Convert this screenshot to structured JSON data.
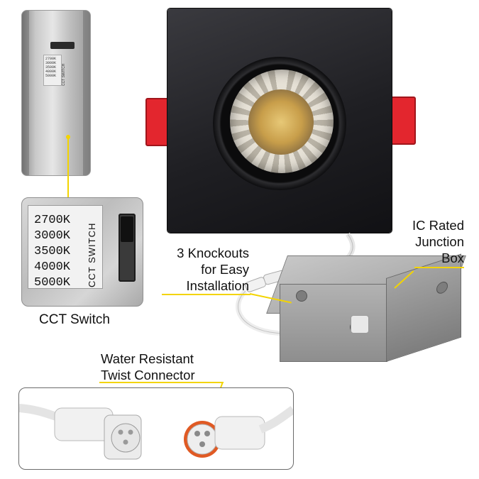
{
  "cct_panel": {
    "values": [
      "2700K",
      "3000K",
      "3500K",
      "4000K",
      "5000K"
    ],
    "switch_title": "CCT SWITCH",
    "caption": "CCT Switch"
  },
  "photo_label": {
    "values": [
      "2700K",
      "3000K",
      "3500K",
      "4000K",
      "5000K"
    ],
    "switch_title": "CCT SWITCH"
  },
  "callouts": {
    "knockouts": [
      "3 Knockouts",
      "for Easy",
      "Installation"
    ],
    "junction_box": [
      "IC Rated",
      "Junction",
      "Box"
    ],
    "connector": [
      "Water Resistant",
      "Twist Connector"
    ]
  },
  "colors": {
    "leader": "#f3d400",
    "bracket": "#e3262e",
    "trim": "#1f1f23"
  }
}
